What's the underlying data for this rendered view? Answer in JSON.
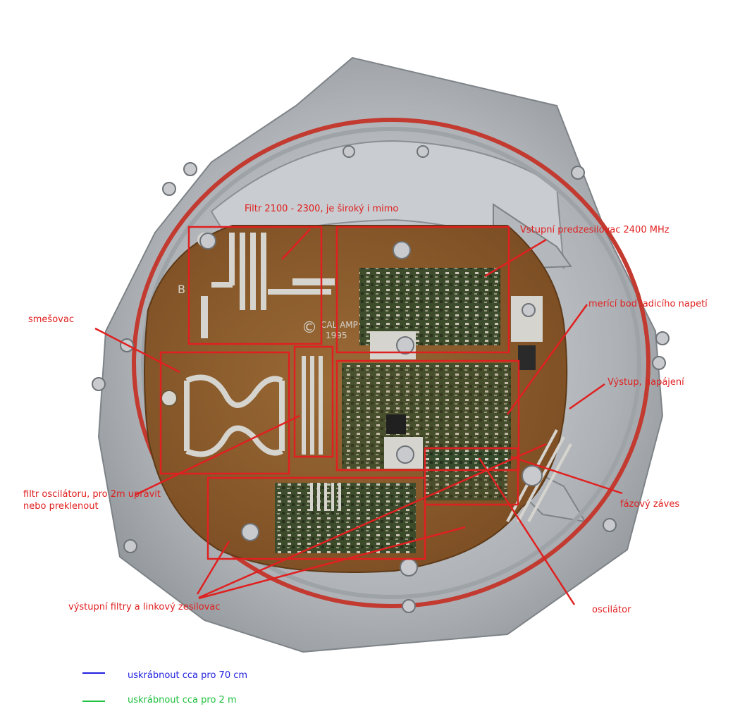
{
  "labels": {
    "filtr_top": "Filtr 2100 - 2300, je široký i mimo",
    "vstupni": "Vstupní predzesilovac 2400 MHz",
    "merici": "merící bod ladicího napetí",
    "smesovac": "smešovac",
    "vystup_napajeni": "Výstup, napájení",
    "filtr_osc_line1": "filtr oscilátoru, pro 2m upravit",
    "filtr_osc_line2": "nebo preklenout",
    "fazovy": "fázový záves",
    "vystupni_filtry": "výstupní filtry a linkový zesilovac",
    "oscilator": "oscilátor"
  },
  "board_text": {
    "copyright": "©",
    "maker": "CAL AMP",
    "year": "1995",
    "marker_b": "B"
  },
  "legend": [
    {
      "text": "uskrábnout cca pro 70 cm",
      "color": "#2020e0"
    },
    {
      "text": "uskrábnout cca pro 2 m",
      "color": "#20c040"
    }
  ],
  "colors": {
    "annotation": "#e02020",
    "pcb": "#8a5a2b",
    "housing": "#b9bcc0",
    "gasket": "#c23a30"
  }
}
